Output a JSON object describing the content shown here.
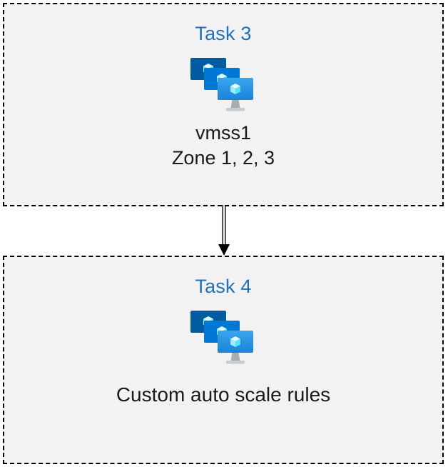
{
  "colors": {
    "box_background": "#f2f2f2",
    "box_border": "#000000",
    "title_blue": "#2272b9",
    "label_black": "#1a1a1a",
    "icon_screen_back": "#005ba1",
    "icon_screen_middle": "#0078d4",
    "icon_screen_front": "#2e9be8",
    "icon_cube_light": "#50e6ff",
    "icon_stand_gray": "#a8adb2"
  },
  "diagram": {
    "task3": {
      "title": "Task 3",
      "icon": "vmss-icon",
      "label_line1": "vmss1",
      "label_line2": "Zone 1, 2, 3"
    },
    "connector": {
      "type": "double-line-down-arrow"
    },
    "task4": {
      "title": "Task 4",
      "icon": "vmss-icon",
      "label_line1": "Custom auto scale rules"
    }
  }
}
